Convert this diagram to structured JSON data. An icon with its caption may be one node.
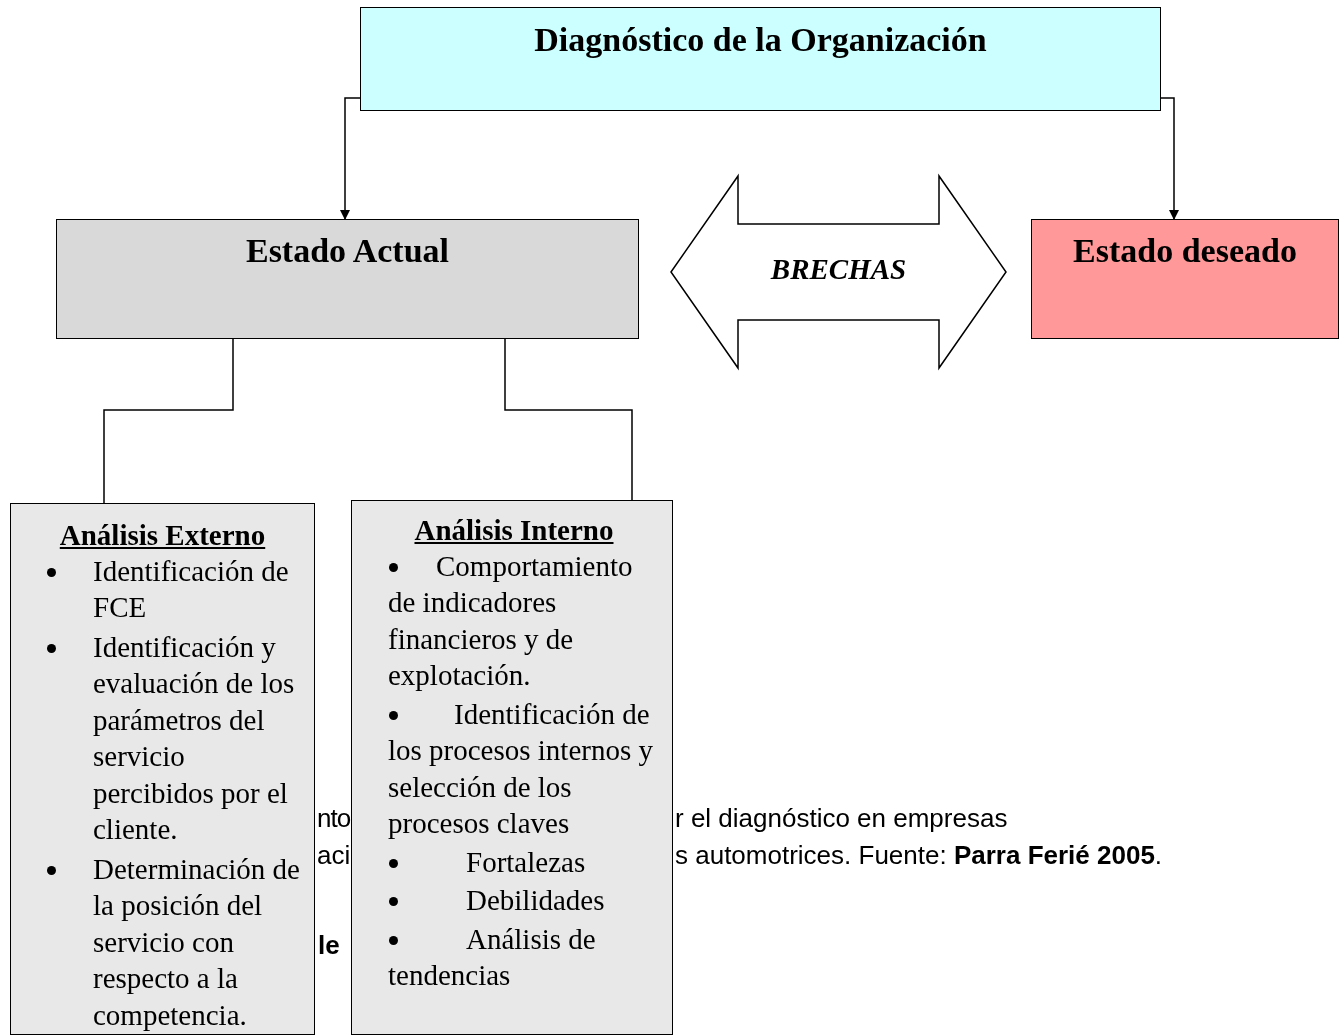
{
  "diagram": {
    "nodes": [
      {
        "text": [
          "Diagnóstico de la Organización"
        ]
      },
      {
        "text": [
          "Estado Actual"
        ]
      },
      {
        "text": [
          "Estado deseado"
        ]
      },
      {
        "text": [
          "Análisis Externo",
          "Identificación de FCE",
          "Identificación y evaluación de los parámetros del servicio percibidos por el cliente.",
          "Determinación de la posición del servicio con respecto a la competencia."
        ]
      },
      {
        "text": [
          "Análisis Interno",
          "Comportamiento de indicadores financieros y de explotación.",
          "Identificación de los procesos internos y selección de los procesos claves",
          "Fortalezas",
          "Debilidades",
          "Análisis de tendencias"
        ]
      }
    ],
    "edges": [
      {
        "from": 0,
        "to": 1,
        "arrow": "to"
      },
      {
        "from": 0,
        "to": 2,
        "arrow": "to"
      },
      {
        "from": 1,
        "to": 3,
        "arrow": "none"
      },
      {
        "from": 1,
        "to": 4,
        "arrow": "none"
      },
      {
        "from": 1,
        "to": 2,
        "arrow": "both",
        "label": "BRECHAS",
        "style": "thick"
      }
    ],
    "labels": [
      "nto",
      "r el diagnóstico en empresas",
      "aci",
      "s automotrices. Fuente: **Parra Ferié 2005**.",
      "le"
    ]
  }
}
